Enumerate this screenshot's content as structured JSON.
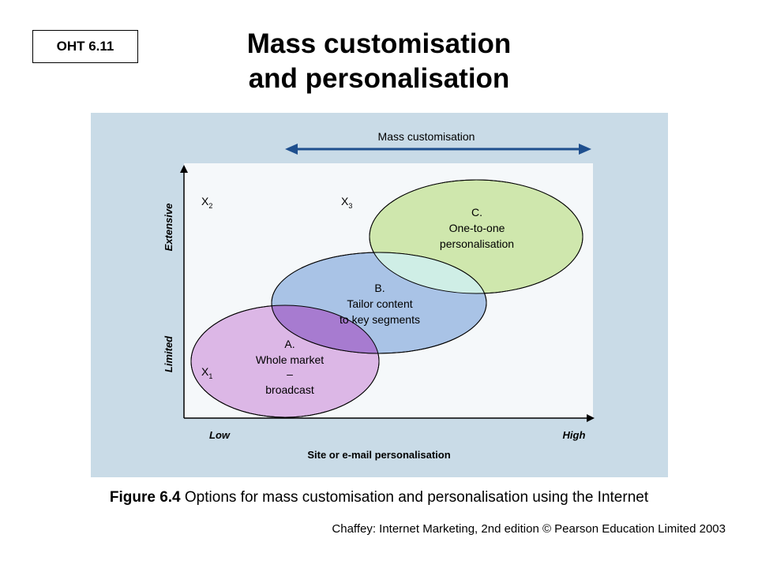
{
  "slide": {
    "label": "OHT 6.11",
    "title_line1": "Mass customisation",
    "title_line2": "and personalisation"
  },
  "diagram": {
    "top_arrow_label": "Mass customisation",
    "y_high_label": "Extensive",
    "y_low_label": "Limited",
    "x_low_label": "Low",
    "x_high_label": "High",
    "x_axis_title": "Site or e-mail personalisation",
    "marks": {
      "x2": "X",
      "x2_sub": "2",
      "x3": "X",
      "x3_sub": "3",
      "x1": "X",
      "x1_sub": "1"
    },
    "ellipses": {
      "a": {
        "line1": "A.",
        "line2": "Whole market",
        "line3": "–",
        "line4": "broadcast",
        "color": "#dcb7e6"
      },
      "b": {
        "line1": "B.",
        "line2": "Tailor content",
        "line3": "to key segments",
        "color": "#a9c3e6"
      },
      "c": {
        "line1": "C.",
        "line2": "One-to-one",
        "line3": "personalisation",
        "color": "#cfe7ad"
      }
    },
    "colors": {
      "panel_background": "#c9dbe7",
      "arrow": "#1e4f8e",
      "overlap_ab": "#a77bd0",
      "overlap_bc": "#cfeee6"
    }
  },
  "caption": {
    "figure_label": "Figure 6.4",
    "text": " Options for mass customisation and personalisation using the Internet"
  },
  "credit": "Chaffey: Internet Marketing, 2nd edition © Pearson Education Limited 2003"
}
